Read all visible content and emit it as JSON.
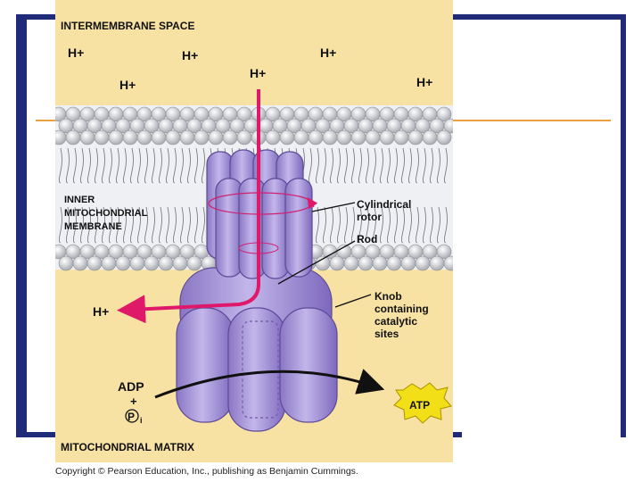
{
  "top_label": "INTERMEMBRANE SPACE",
  "bottom_label": "MITOCHONDRIAL MATRIX",
  "proton_labels": [
    "H+",
    "H+",
    "H+",
    "H+",
    "H+",
    "H+",
    "H+"
  ],
  "membrane_label": [
    "INNER",
    "MITOCHONDRIAL",
    "MEMBRANE"
  ],
  "rotor_label": [
    "Cylindrical",
    "rotor"
  ],
  "rod_label": "Rod",
  "knob_label": [
    "Knob",
    "containing",
    "catalytic",
    "sites"
  ],
  "adp_label": "ADP",
  "plus_label": "+",
  "pi_label": "P",
  "pi_subscript": "i",
  "atp_label": "ATP",
  "copyright": "Copyright © Pearson Education, Inc., publishing as Benjamin Cummings.",
  "colors": {
    "background": "#f7e2a3",
    "membrane_band": "#eef0f4",
    "phospholipid_head": "#d8d8dc",
    "protein": "#a592d6",
    "protein_dark": "#7a64b8",
    "arrow": "#e0186a",
    "atp_burst": "#f2df17",
    "frame": "#1f2a78"
  }
}
